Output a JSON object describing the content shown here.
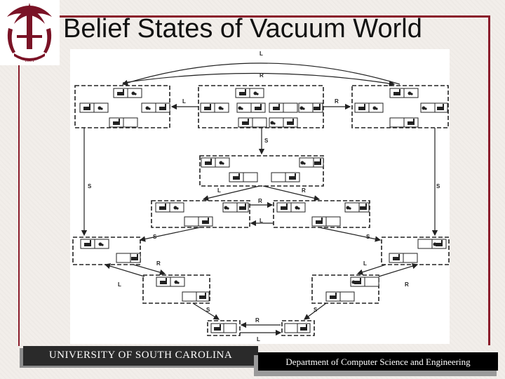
{
  "slide": {
    "title": "Belief States of Vacuum World",
    "footer_left": "UNIVERSITY OF SOUTH CAROLINA",
    "footer_right": "Department of Computer Science and Engineering",
    "logo_year": "1801"
  },
  "colors": {
    "frame": "#8a1c2b",
    "logo": "#7a1326"
  },
  "diagram": {
    "edge_labels": {
      "top_L": "L",
      "top_R": "R",
      "left_L": "L",
      "right_R": "R",
      "mid_S": "S",
      "left_S": "S",
      "right_S": "S",
      "mid_L": "L",
      "mid_R": "R",
      "center_R": "R",
      "center_L": "L",
      "lower_S_left": "S",
      "lower_S_right": "S",
      "lower_R_left": "R",
      "lower_L_right": "L",
      "low_L_left": "L",
      "low_R_right": "R",
      "bottom_S_left": "S",
      "bottom_S_right": "S",
      "bottom_R": "R",
      "bottom_L": "L"
    }
  }
}
